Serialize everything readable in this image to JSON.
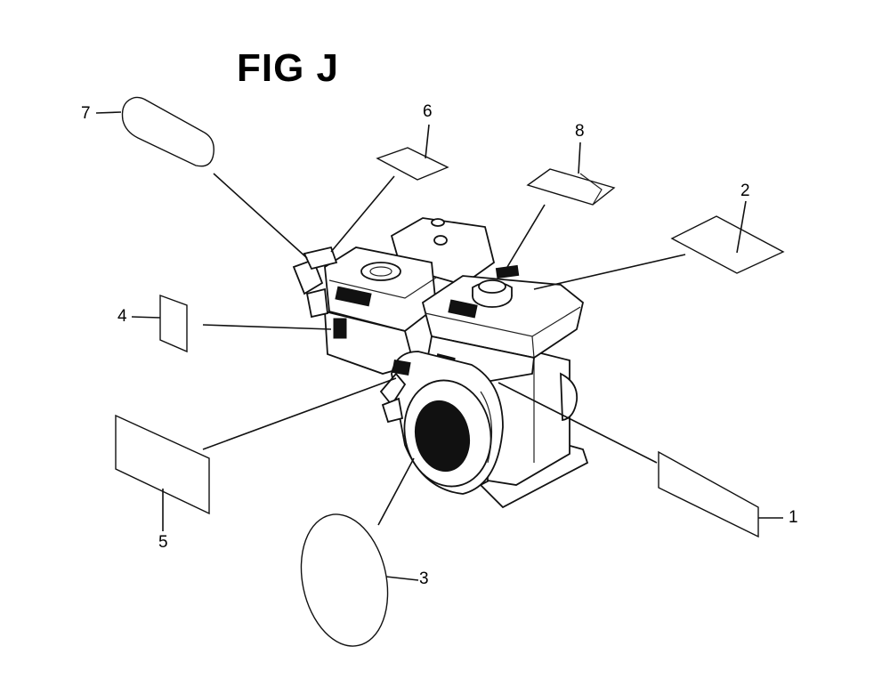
{
  "figure": {
    "title": "FIG J",
    "callouts": [
      "1",
      "2",
      "3",
      "4",
      "5",
      "6",
      "7",
      "8"
    ]
  },
  "colors": {
    "ink": "#111111",
    "paper": "#ffffff"
  }
}
